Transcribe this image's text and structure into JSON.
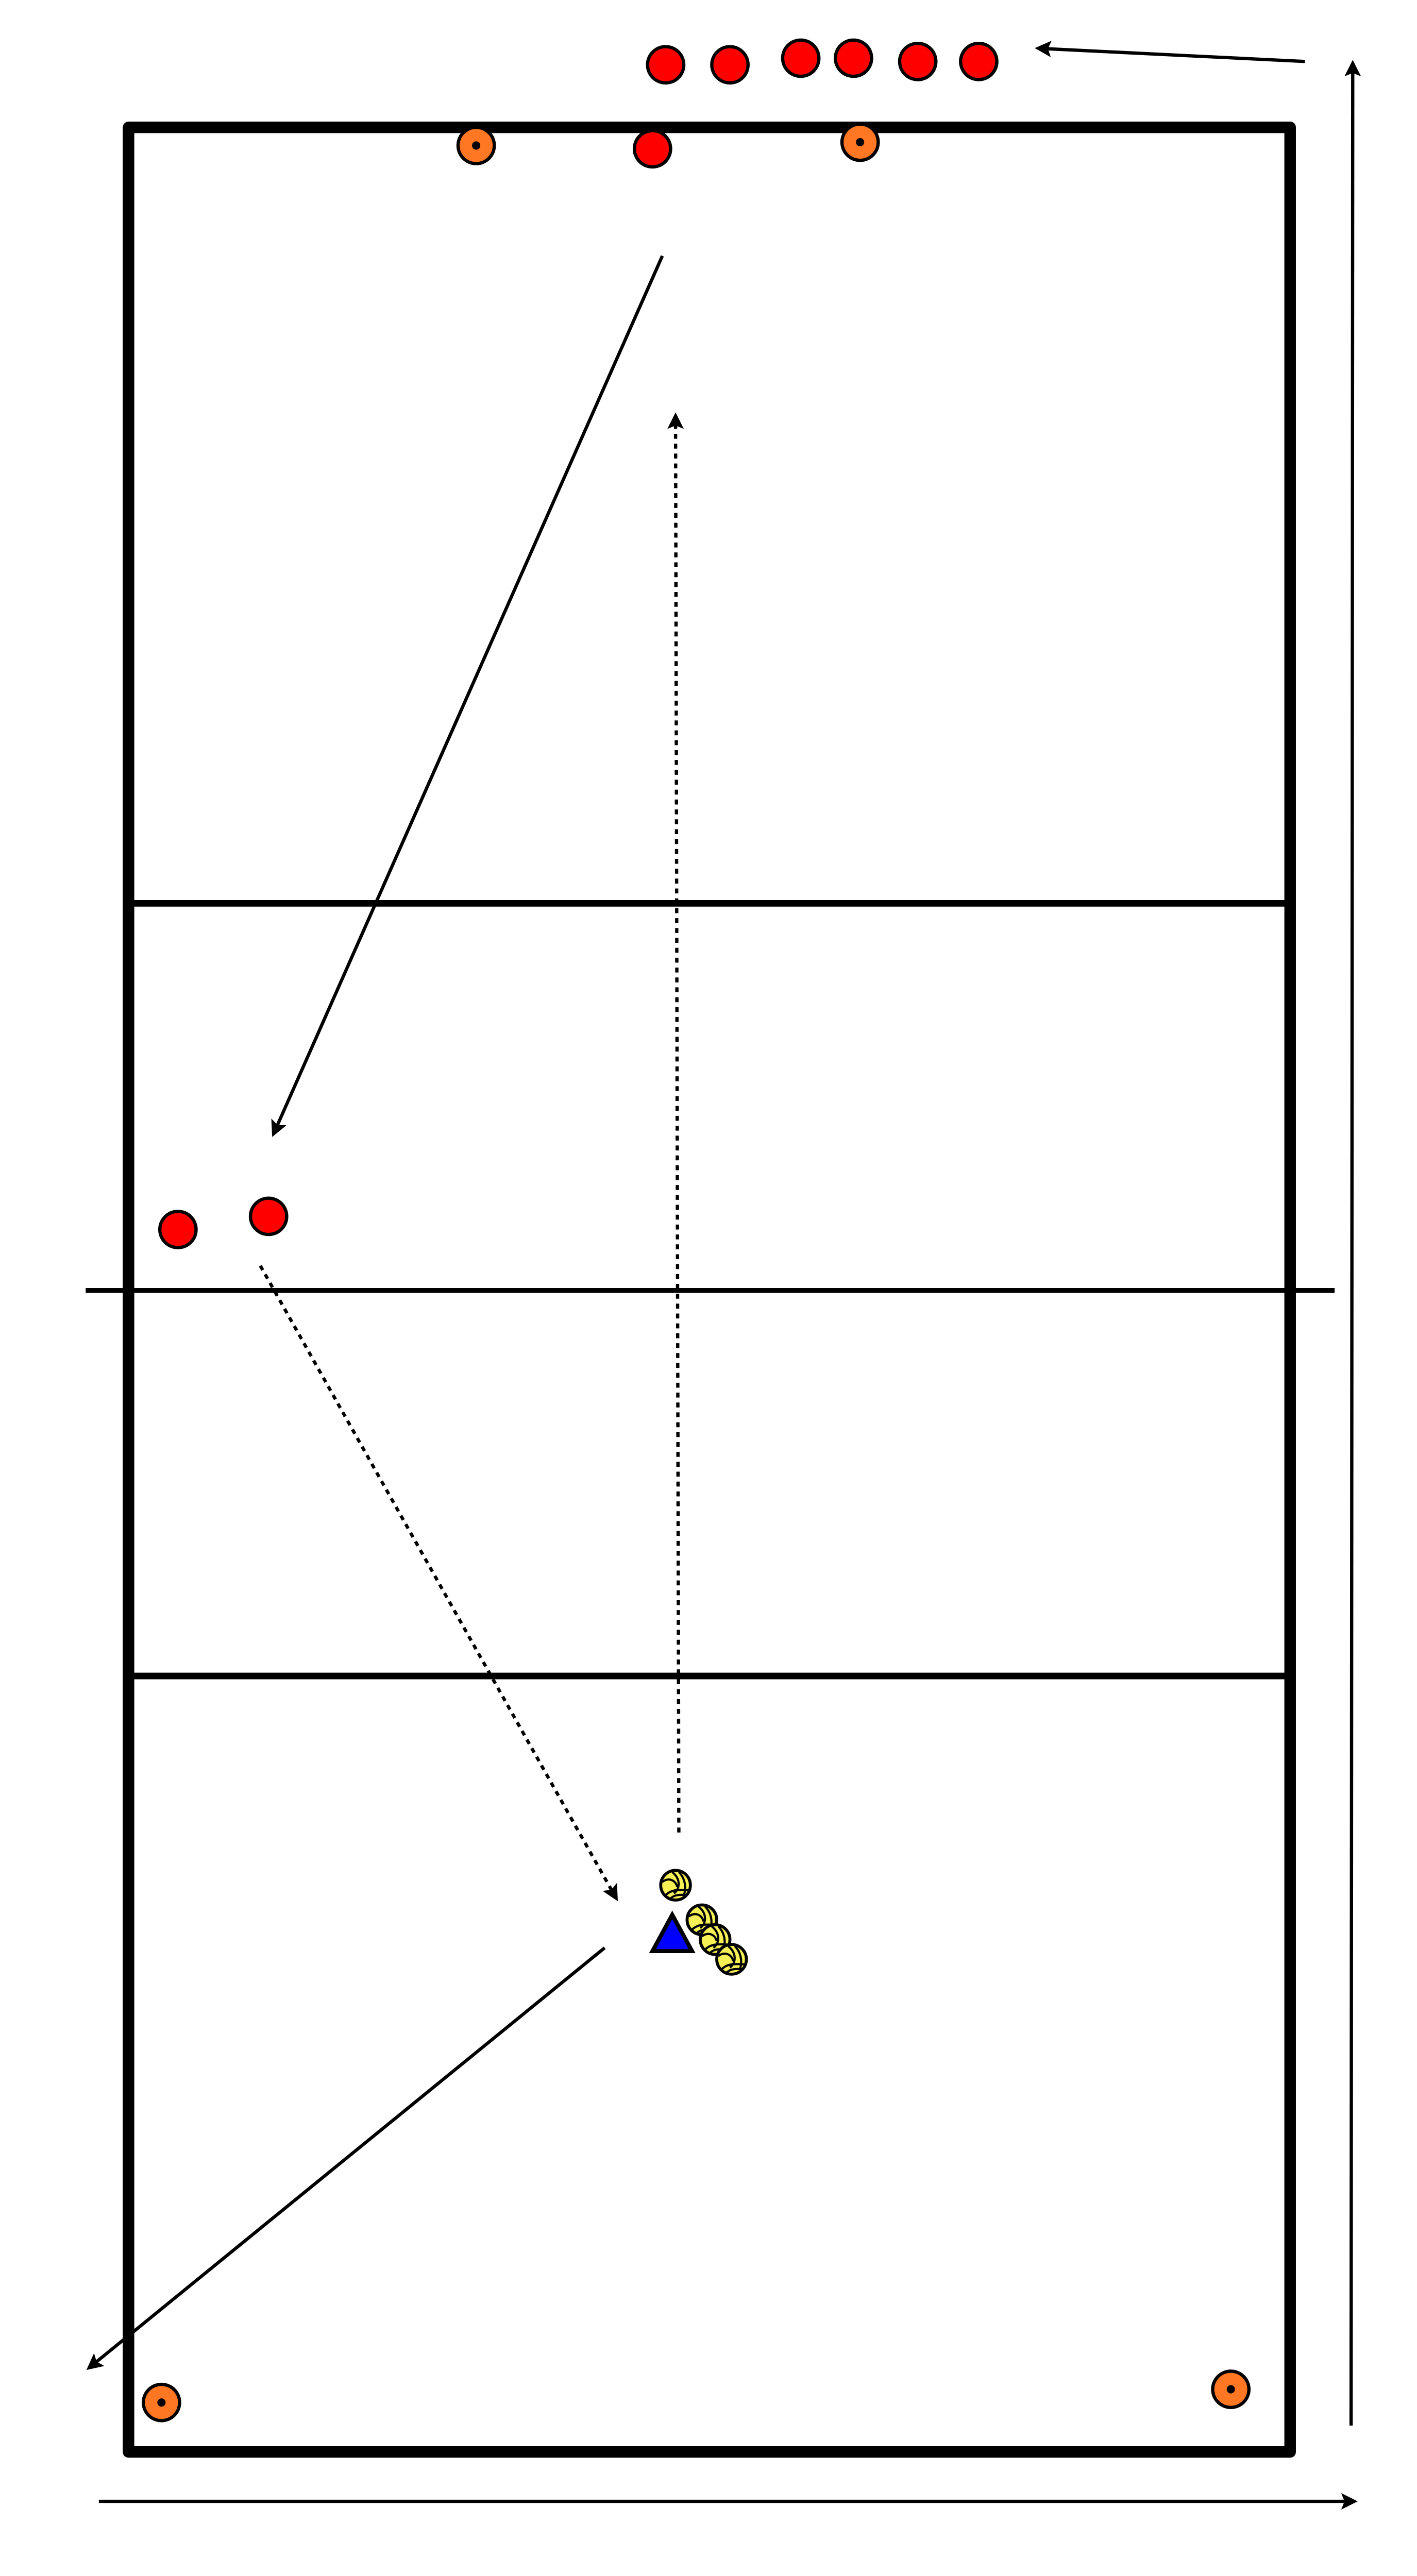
{
  "diagram": {
    "type": "volleyball-drill",
    "colors": {
      "court_line": "#000000",
      "player": "#ff0000",
      "cone": "#ff7722",
      "coach": "#0000ff",
      "ball": "#f5f055"
    },
    "legend_icons": [
      "player-icon",
      "cone-icon",
      "coach-icon",
      "ball-icon"
    ],
    "counts": {
      "players": 9,
      "cones": 4,
      "balls": 4,
      "coaches": 1
    }
  }
}
